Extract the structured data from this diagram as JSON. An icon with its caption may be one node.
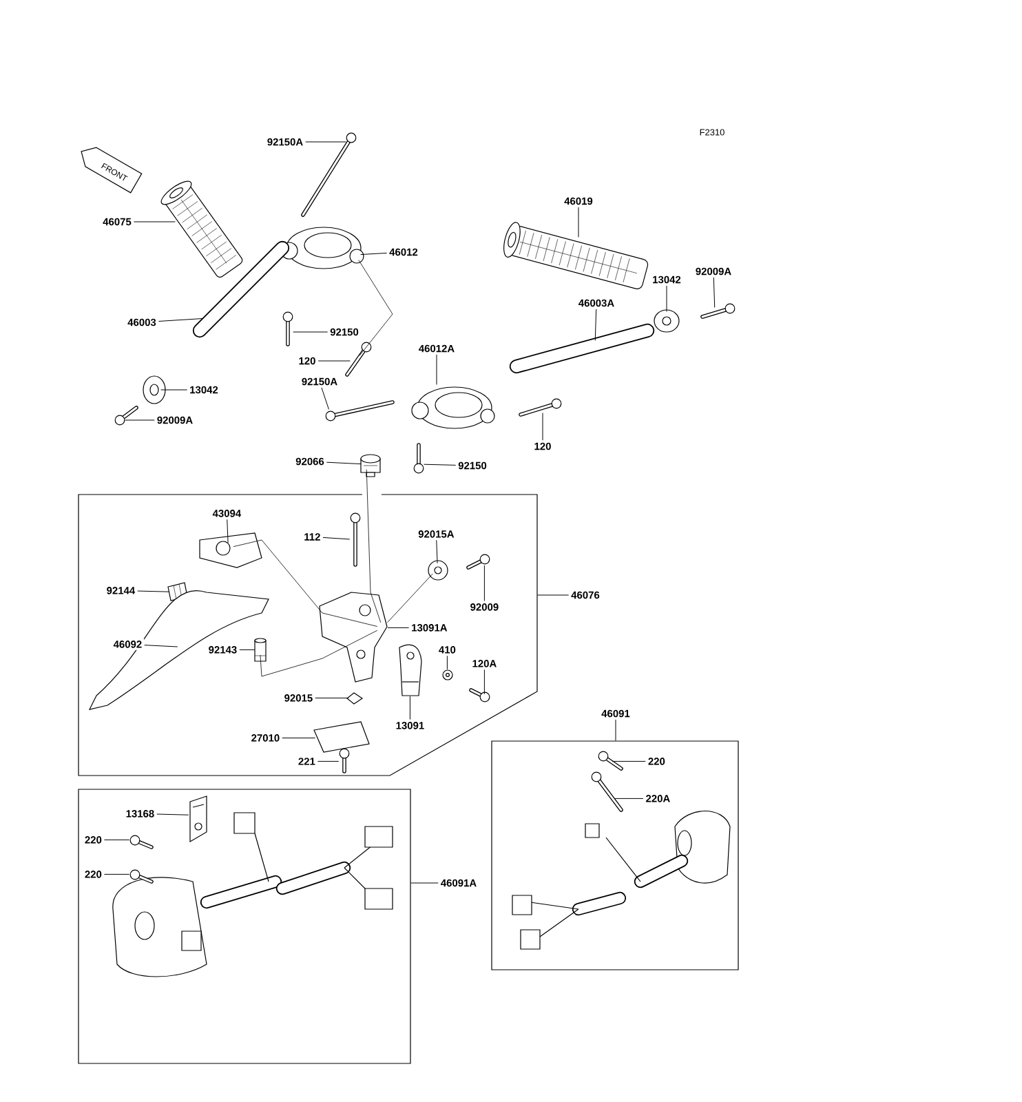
{
  "diagram": {
    "nodes": [
      {
        "text": [
          "92150A"
        ]
      },
      {
        "text": [
          "46075"
        ]
      },
      {
        "text": [
          "46019"
        ]
      },
      {
        "text": [
          "46012"
        ]
      },
      {
        "text": [
          "13042"
        ]
      },
      {
        "text": [
          "92009A"
        ]
      },
      {
        "text": [
          "46003A"
        ]
      },
      {
        "text": [
          "46003"
        ]
      },
      {
        "text": [
          "92150"
        ]
      },
      {
        "text": [
          "46012A"
        ]
      },
      {
        "text": [
          "120"
        ]
      },
      {
        "text": [
          "92150A"
        ]
      },
      {
        "text": [
          "13042"
        ]
      },
      {
        "text": [
          "92009A"
        ]
      },
      {
        "text": [
          "120"
        ]
      },
      {
        "text": [
          "92066"
        ]
      },
      {
        "text": [
          "92150"
        ]
      },
      {
        "text": [],
        "shape": "box"
      },
      {
        "text": [
          "43094"
        ],
        "in": 17
      },
      {
        "text": [
          "112"
        ],
        "in": 17
      },
      {
        "text": [
          "92015A"
        ],
        "in": 17
      },
      {
        "text": [
          "92144"
        ],
        "in": 17
      },
      {
        "text": [
          "46076"
        ]
      },
      {
        "text": [
          "92009"
        ],
        "in": 17
      },
      {
        "text": [
          "13091A"
        ],
        "in": 17
      },
      {
        "text": [
          "46092"
        ],
        "in": 17
      },
      {
        "text": [
          "92143"
        ],
        "in": 17
      },
      {
        "text": [
          "410"
        ],
        "in": 17
      },
      {
        "text": [
          "120A"
        ],
        "in": 17
      },
      {
        "text": [
          "92015"
        ],
        "in": 17
      },
      {
        "text": [
          "46091"
        ]
      },
      {
        "text": [
          "13091"
        ],
        "in": 17
      },
      {
        "text": [
          "27010"
        ],
        "in": 17
      },
      {
        "text": [
          "221"
        ],
        "in": 17
      },
      {
        "text": [],
        "shape": "box"
      },
      {
        "text": [
          "220"
        ],
        "in": 34
      },
      {
        "text": [
          "220A"
        ],
        "in": 34
      },
      {
        "text": [],
        "shape": "box"
      },
      {
        "text": [
          "13168"
        ],
        "in": 37
      },
      {
        "text": [
          "220"
        ],
        "in": 37
      },
      {
        "text": [
          "220"
        ],
        "in": 37
      },
      {
        "text": [
          "46091A"
        ]
      },
      {
        "text": [],
        "shape": "picture"
      },
      {
        "text": [],
        "shape": "picture"
      },
      {
        "text": [],
        "shape": "picture"
      },
      {
        "text": [],
        "shape": "picture"
      },
      {
        "text": [],
        "shape": "picture"
      },
      {
        "text": [],
        "shape": "picture"
      },
      {
        "text": [],
        "shape": "picture"
      },
      {
        "text": [],
        "shape": "picture"
      },
      {
        "text": [],
        "shape": "picture"
      },
      {
        "text": [],
        "shape": "picture"
      },
      {
        "text": [],
        "shape": "picture"
      },
      {
        "text": [],
        "shape": "picture"
      },
      {
        "text": [],
        "shape": "picture"
      },
      {
        "text": [],
        "shape": "picture"
      },
      {
        "text": [],
        "shape": "picture"
      },
      {
        "text": [],
        "shape": "picture"
      },
      {
        "text": [],
        "shape": "picture"
      },
      {
        "text": [],
        "shape": "picture",
        "in": 17
      },
      {
        "text": [],
        "shape": "picture",
        "in": 17
      },
      {
        "text": [],
        "shape": "picture",
        "in": 17
      },
      {
        "text": [],
        "shape": "picture",
        "in": 17
      },
      {
        "text": [],
        "shape": "picture",
        "in": 17
      },
      {
        "text": [],
        "shape": "picture",
        "in": 17
      },
      {
        "text": [],
        "shape": "picture",
        "in": 17
      },
      {
        "text": [],
        "shape": "picture",
        "in": 17
      },
      {
        "text": [],
        "shape": "picture",
        "in": 17
      },
      {
        "text": [],
        "shape": "picture",
        "in": 17
      },
      {
        "text": [],
        "shape": "picture",
        "in": 17
      },
      {
        "text": [],
        "shape": "picture",
        "in": 17
      },
      {
        "text": [],
        "shape": "picture",
        "in": 17
      },
      {
        "text": [],
        "shape": "picture",
        "in": 17
      },
      {
        "text": [],
        "shape": "picture",
        "in": 34
      },
      {
        "text": [],
        "shape": "picture",
        "in": 34
      },
      {
        "text": [],
        "shape": "picture",
        "in": 37
      },
      {
        "text": [],
        "shape": "picture",
        "in": 37
      },
      {
        "text": [],
        "shape": "picture",
        "in": 37
      }
    ],
    "edges": [
      {
        "from": 0,
        "to": 42,
        "arrow": "none"
      },
      {
        "from": 1,
        "to": 43,
        "arrow": "none"
      },
      {
        "from": 2,
        "to": 44,
        "arrow": "none"
      },
      {
        "from": 3,
        "to": 45,
        "arrow": "none"
      },
      {
        "from": 4,
        "to": 46,
        "arrow": "none"
      },
      {
        "from": 5,
        "to": 47,
        "arrow": "none"
      },
      {
        "from": 6,
        "to": 48,
        "arrow": "none"
      },
      {
        "from": 7,
        "to": 49,
        "arrow": "none"
      },
      {
        "from": 8,
        "to": 50,
        "arrow": "none"
      },
      {
        "from": 9,
        "to": 51,
        "arrow": "none"
      },
      {
        "from": 10,
        "to": 52,
        "arrow": "none"
      },
      {
        "from": 11,
        "to": 53,
        "arrow": "none"
      },
      {
        "from": 12,
        "to": 54,
        "arrow": "none"
      },
      {
        "from": 13,
        "to": 55,
        "arrow": "none"
      },
      {
        "from": 14,
        "to": 56,
        "arrow": "none"
      },
      {
        "from": 15,
        "to": 57,
        "arrow": "none"
      },
      {
        "from": 16,
        "to": 58,
        "arrow": "none"
      },
      {
        "from": 18,
        "to": 59,
        "arrow": "none"
      },
      {
        "from": 19,
        "to": 60,
        "arrow": "none"
      },
      {
        "from": 20,
        "to": 61,
        "arrow": "none"
      },
      {
        "from": 21,
        "to": 62,
        "arrow": "none"
      },
      {
        "from": 22,
        "to": 17,
        "arrow": "none"
      },
      {
        "from": 23,
        "to": 63,
        "arrow": "none"
      },
      {
        "from": 24,
        "to": 64,
        "arrow": "none"
      },
      {
        "from": 25,
        "to": 65,
        "arrow": "none"
      },
      {
        "from": 26,
        "to": 66,
        "arrow": "none"
      },
      {
        "from": 27,
        "to": 67,
        "arrow": "none"
      },
      {
        "from": 28,
        "to": 68,
        "arrow": "none"
      },
      {
        "from": 29,
        "to": 69,
        "arrow": "none"
      },
      {
        "from": 30,
        "to": 34,
        "arrow": "none"
      },
      {
        "from": 31,
        "to": 70,
        "arrow": "none"
      },
      {
        "from": 32,
        "to": 71,
        "arrow": "none"
      },
      {
        "from": 33,
        "to": 72,
        "arrow": "none"
      },
      {
        "from": 35,
        "to": 73,
        "arrow": "none"
      },
      {
        "from": 36,
        "to": 74,
        "arrow": "none"
      },
      {
        "from": 38,
        "to": 75,
        "arrow": "none"
      },
      {
        "from": 39,
        "to": 76,
        "arrow": "none"
      },
      {
        "from": 40,
        "to": 77,
        "arrow": "none"
      },
      {
        "from": 41,
        "to": 37,
        "arrow": "none"
      },
      {
        "from": 45,
        "to": 52,
        "arrow": "none"
      },
      {
        "from": 57,
        "to": 64,
        "arrow": "none"
      },
      {
        "from": 59,
        "to": 64,
        "arrow": "none"
      },
      {
        "from": 61,
        "to": 64,
        "arrow": "none"
      },
      {
        "from": 66,
        "to": 64,
        "arrow": "none"
      }
    ],
    "labels": [
      "FRONT",
      "F2310"
    ]
  }
}
